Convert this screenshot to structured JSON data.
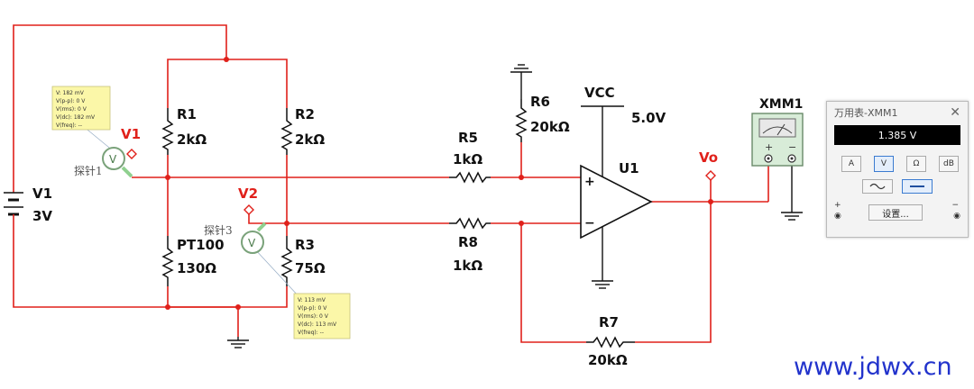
{
  "components": {
    "v1_source": {
      "name": "V1",
      "value": "3V"
    },
    "r1": {
      "name": "R1",
      "value": "2kΩ"
    },
    "r2": {
      "name": "R2",
      "value": "2kΩ"
    },
    "pt100": {
      "name": "PT100",
      "value": "130Ω"
    },
    "r3": {
      "name": "R3",
      "value": "75Ω"
    },
    "r5": {
      "name": "R5",
      "value": "1kΩ"
    },
    "r6": {
      "name": "R6",
      "value": "20kΩ"
    },
    "r7": {
      "name": "R7",
      "value": "20kΩ"
    },
    "r8": {
      "name": "R8",
      "value": "1kΩ"
    },
    "vcc": {
      "name": "VCC",
      "value": "5.0V"
    },
    "u1": {
      "name": "U1",
      "plus": "+",
      "minus": "−"
    },
    "xmm1": {
      "name": "XMM1",
      "plus": "+",
      "minus": "−"
    }
  },
  "nodes": {
    "v1": "V1",
    "v2": "V2",
    "vo": "Vo"
  },
  "probes": {
    "probe1": {
      "name": "探针1",
      "symbol": "V",
      "lines": [
        "V: 182 mV",
        "V(p-p): 0 V",
        "V(rms): 0 V",
        "V(dc): 182 mV",
        "V(freq): --"
      ]
    },
    "probe3": {
      "name": "探针3",
      "symbol": "V",
      "lines": [
        "V: 113 mV",
        "V(p-p): 0 V",
        "V(rms): 0 V",
        "V(dc): 113 mV",
        "V(freq): --"
      ]
    }
  },
  "multimeter": {
    "title": "万用表-XMM1",
    "reading": "1.385 V",
    "modes": [
      "A",
      "V",
      "Ω",
      "dB"
    ],
    "active_mode": "V",
    "settings_label": "设置...",
    "plus_label": "+",
    "minus_label": "−"
  },
  "watermark": "www.jdwx.cn",
  "colors": {
    "wire": "#e0201a",
    "component": "#111111",
    "probe_box": "#fbf7a8"
  }
}
